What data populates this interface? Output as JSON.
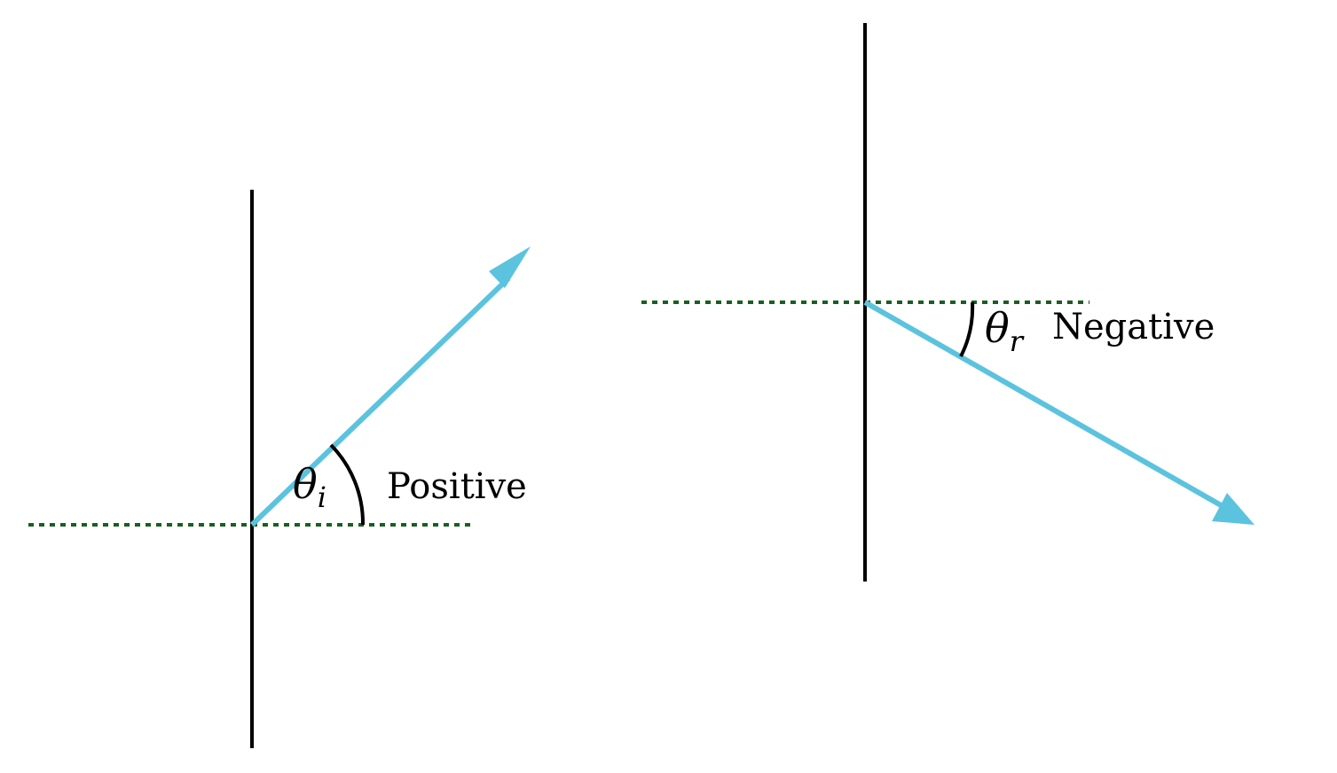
{
  "colors": {
    "ray": "#5bc3de",
    "normal": "#1b5e20",
    "line": "#000000"
  },
  "left_panel": {
    "angle_symbol": "θ",
    "angle_subscript": "i",
    "sign_label": "Positive"
  },
  "right_panel": {
    "angle_symbol": "θ",
    "angle_subscript": "r",
    "sign_label": "Negative"
  }
}
